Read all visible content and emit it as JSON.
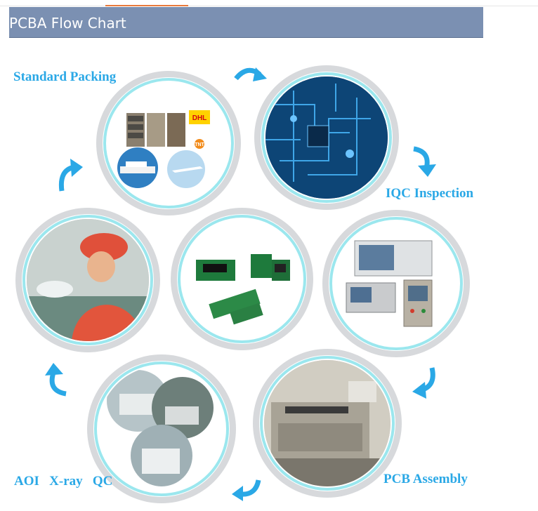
{
  "header": {
    "title": "PCBA Flow Chart"
  },
  "steps": {
    "packing": {
      "label": "Standard Packing",
      "dhl": "DHL",
      "tnt": "TNT"
    },
    "iqc": {
      "label": "IQC Inspection"
    },
    "assembly": {
      "label": "PCB Assembly"
    },
    "aoi": {
      "label": "AOI   X-ray   QC"
    }
  },
  "colors": {
    "accent": "#2aa8e6",
    "header": "#7b90b2",
    "ring": "#9be7ee"
  }
}
